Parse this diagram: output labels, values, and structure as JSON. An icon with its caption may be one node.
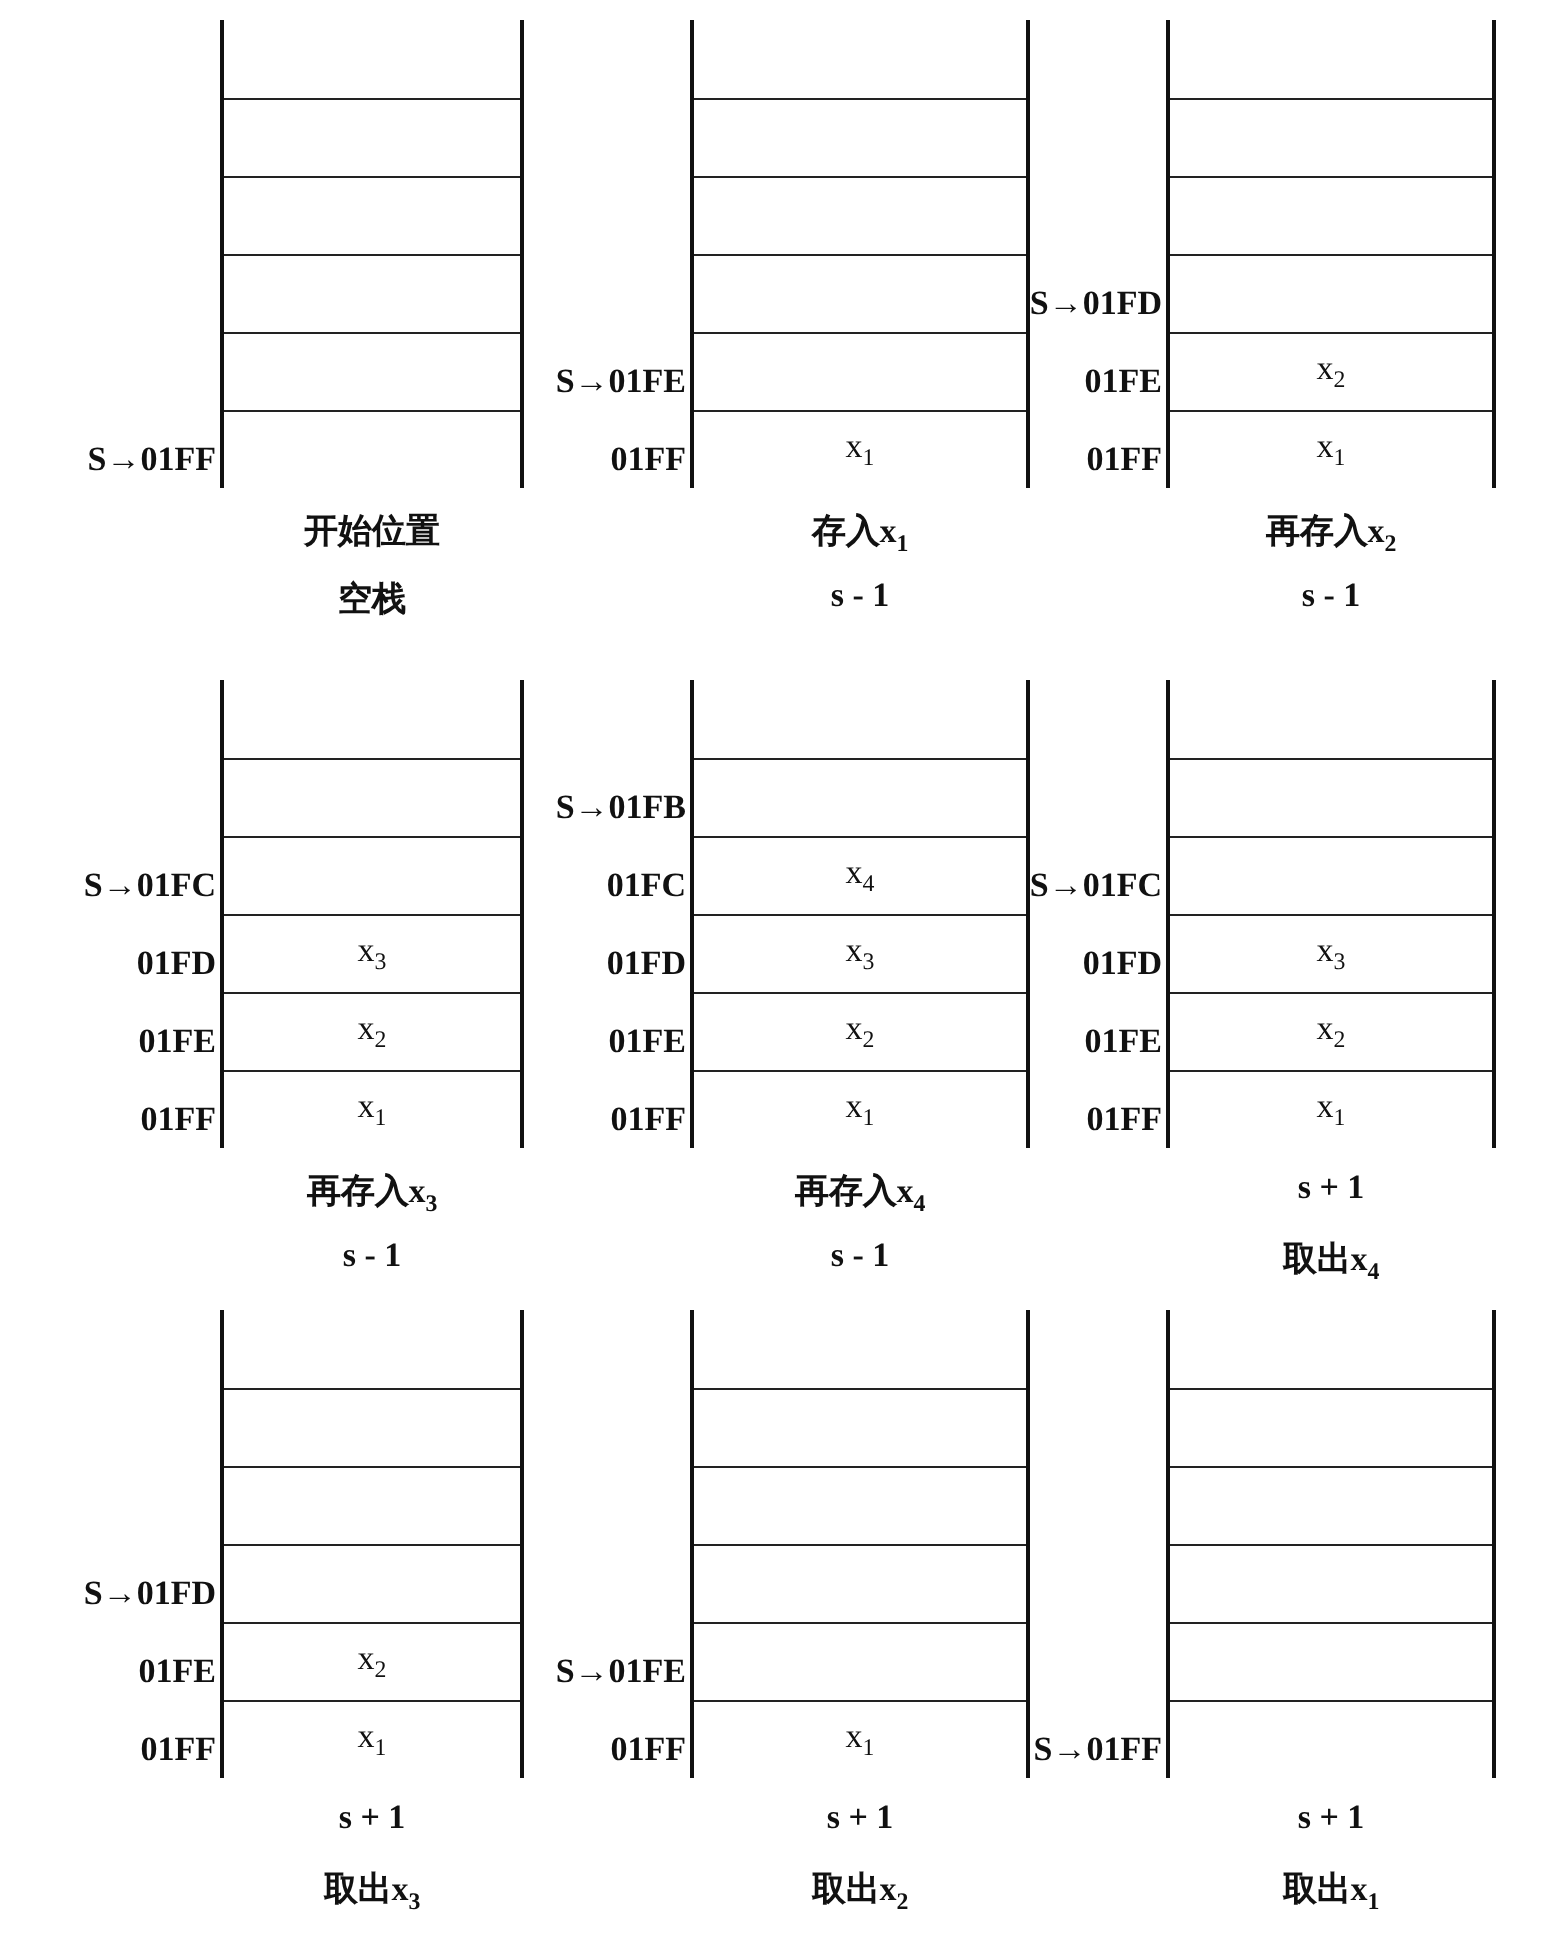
{
  "diagram": {
    "nodes": [
      {
        "text": [],
        "shape": "box",
        "beside": [
          "开始位置",
          "空栈"
        ]
      },
      {
        "text": [],
        "shape": "box",
        "in": 0,
        "beside": [
          "S→01FF"
        ]
      },
      {
        "text": [],
        "shape": "box",
        "in": 0
      },
      {
        "text": [],
        "shape": "box",
        "in": 0
      },
      {
        "text": [],
        "shape": "box",
        "in": 0
      },
      {
        "text": [],
        "shape": "box",
        "in": 0
      },
      {
        "text": [],
        "shape": "box",
        "beside": [
          "存入x$_{1}$",
          "s - 1"
        ]
      },
      {
        "text": [
          "x$_{1}$"
        ],
        "in": 6,
        "beside": [
          "01FF"
        ]
      },
      {
        "text": [],
        "shape": "box",
        "in": 6,
        "beside": [
          "S→01FE"
        ]
      },
      {
        "text": [],
        "shape": "box",
        "in": 6
      },
      {
        "text": [],
        "shape": "box",
        "in": 6
      },
      {
        "text": [],
        "shape": "box",
        "in": 6
      },
      {
        "text": [],
        "shape": "box",
        "beside": [
          "再存入x$_{2}$",
          "s - 1"
        ]
      },
      {
        "text": [
          "x$_{1}$"
        ],
        "in": 12,
        "beside": [
          "01FF"
        ]
      },
      {
        "text": [
          "x$_{2}$"
        ],
        "in": 12,
        "beside": [
          "01FE"
        ]
      },
      {
        "text": [],
        "shape": "box",
        "in": 12,
        "beside": [
          "S→01FD"
        ]
      },
      {
        "text": [],
        "shape": "box",
        "in": 12
      },
      {
        "text": [],
        "shape": "box",
        "in": 12
      },
      {
        "text": [],
        "shape": "box",
        "beside": [
          "再存入x$_{3}$",
          "s - 1"
        ]
      },
      {
        "text": [
          "x$_{1}$"
        ],
        "in": 18,
        "beside": [
          "01FF"
        ]
      },
      {
        "text": [
          "x$_{2}$"
        ],
        "in": 18,
        "beside": [
          "01FE"
        ]
      },
      {
        "text": [
          "x$_{3}$"
        ],
        "in": 18,
        "beside": [
          "01FD"
        ]
      },
      {
        "text": [],
        "shape": "box",
        "in": 18,
        "beside": [
          "S→01FC"
        ]
      },
      {
        "text": [],
        "shape": "box",
        "in": 18
      },
      {
        "text": [],
        "shape": "box",
        "beside": [
          "再存入x$_{4}$",
          "s - 1"
        ]
      },
      {
        "text": [
          "x$_{1}$"
        ],
        "in": 24,
        "beside": [
          "01FF"
        ]
      },
      {
        "text": [
          "x$_{2}$"
        ],
        "in": 24,
        "beside": [
          "01FE"
        ]
      },
      {
        "text": [
          "x$_{3}$"
        ],
        "in": 24,
        "beside": [
          "01FD"
        ]
      },
      {
        "text": [
          "x$_{4}$"
        ],
        "in": 24,
        "beside": [
          "01FC"
        ]
      },
      {
        "text": [],
        "shape": "box",
        "in": 24,
        "beside": [
          "S→01FB"
        ]
      },
      {
        "text": [],
        "shape": "box",
        "beside": [
          "s + 1",
          "取出x$_{4}$"
        ]
      },
      {
        "text": [
          "x$_{1}$"
        ],
        "in": 30,
        "beside": [
          "01FF"
        ]
      },
      {
        "text": [
          "x$_{2}$"
        ],
        "in": 30,
        "beside": [
          "01FE"
        ]
      },
      {
        "text": [
          "x$_{3}$"
        ],
        "in": 30,
        "beside": [
          "01FD"
        ]
      },
      {
        "text": [],
        "shape": "box",
        "in": 30,
        "beside": [
          "S→01FC"
        ]
      },
      {
        "text": [],
        "shape": "box",
        "in": 30
      },
      {
        "text": [],
        "shape": "box",
        "beside": [
          "s + 1",
          "取出x$_{3}$"
        ]
      },
      {
        "text": [
          "x$_{1}$"
        ],
        "in": 36,
        "beside": [
          "01FF"
        ]
      },
      {
        "text": [
          "x$_{2}$"
        ],
        "in": 36,
        "beside": [
          "01FE"
        ]
      },
      {
        "text": [],
        "shape": "box",
        "in": 36,
        "beside": [
          "S→01FD"
        ]
      },
      {
        "text": [],
        "shape": "box",
        "in": 36
      },
      {
        "text": [],
        "shape": "box",
        "in": 36
      },
      {
        "text": [],
        "shape": "box",
        "beside": [
          "s + 1",
          "取出x$_{2}$"
        ]
      },
      {
        "text": [
          "x$_{1}$"
        ],
        "in": 42,
        "beside": [
          "01FF"
        ]
      },
      {
        "text": [],
        "shape": "box",
        "in": 42,
        "beside": [
          "S→01FE"
        ]
      },
      {
        "text": [],
        "shape": "box",
        "in": 42
      },
      {
        "text": [],
        "shape": "box",
        "in": 42
      },
      {
        "text": [],
        "shape": "box",
        "in": 42
      },
      {
        "text": [],
        "shape": "box",
        "beside": [
          "s + 1",
          "取出x$_{1}$"
        ]
      },
      {
        "text": [],
        "shape": "box",
        "in": 48,
        "beside": [
          "S→01FF"
        ]
      },
      {
        "text": [],
        "shape": "box",
        "in": 48
      },
      {
        "text": [],
        "shape": "box",
        "in": 48
      },
      {
        "text": [],
        "shape": "box",
        "in": 48
      },
      {
        "text": [],
        "shape": "box",
        "in": 48
      }
    ]
  }
}
